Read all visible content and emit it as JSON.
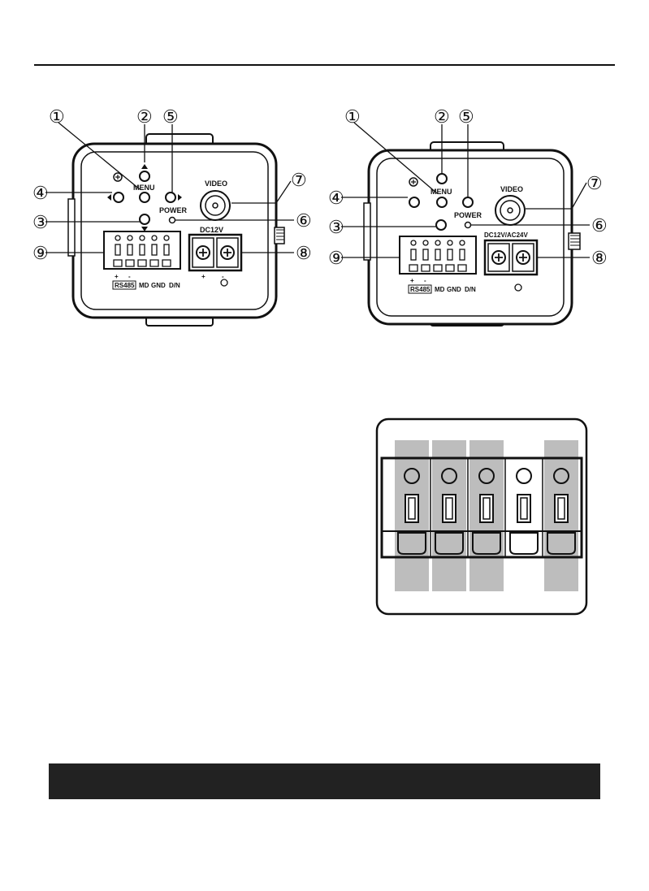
{
  "figures": [
    {
      "id": "left",
      "labels": {
        "menu": "MENU",
        "power": "POWER",
        "video": "VIDEO",
        "dc": "DC12V",
        "rs485": "RS485",
        "md": "MD",
        "gnd": "GND",
        "dn": "D/N",
        "plus": "+",
        "minus": "-"
      },
      "callouts": [
        "①",
        "②",
        "⑤",
        "④",
        "③",
        "⑨",
        "⑦",
        "⑥",
        "⑧"
      ]
    },
    {
      "id": "right",
      "labels": {
        "menu": "MENU",
        "power": "POWER",
        "video": "VIDEO",
        "dc": "DC12V/AC24V",
        "rs485": "RS485",
        "md": "MD",
        "gnd": "GND",
        "dn": "D/N",
        "plus": "+",
        "minus": "-"
      },
      "callouts": [
        "①",
        "②",
        "⑤",
        "④",
        "③",
        "⑨",
        "⑦",
        "⑥",
        "⑧"
      ]
    }
  ],
  "terminal_detail": {
    "pins": 5,
    "highlight": [
      "gray",
      "gray",
      "gray",
      "white",
      "gray"
    ]
  }
}
